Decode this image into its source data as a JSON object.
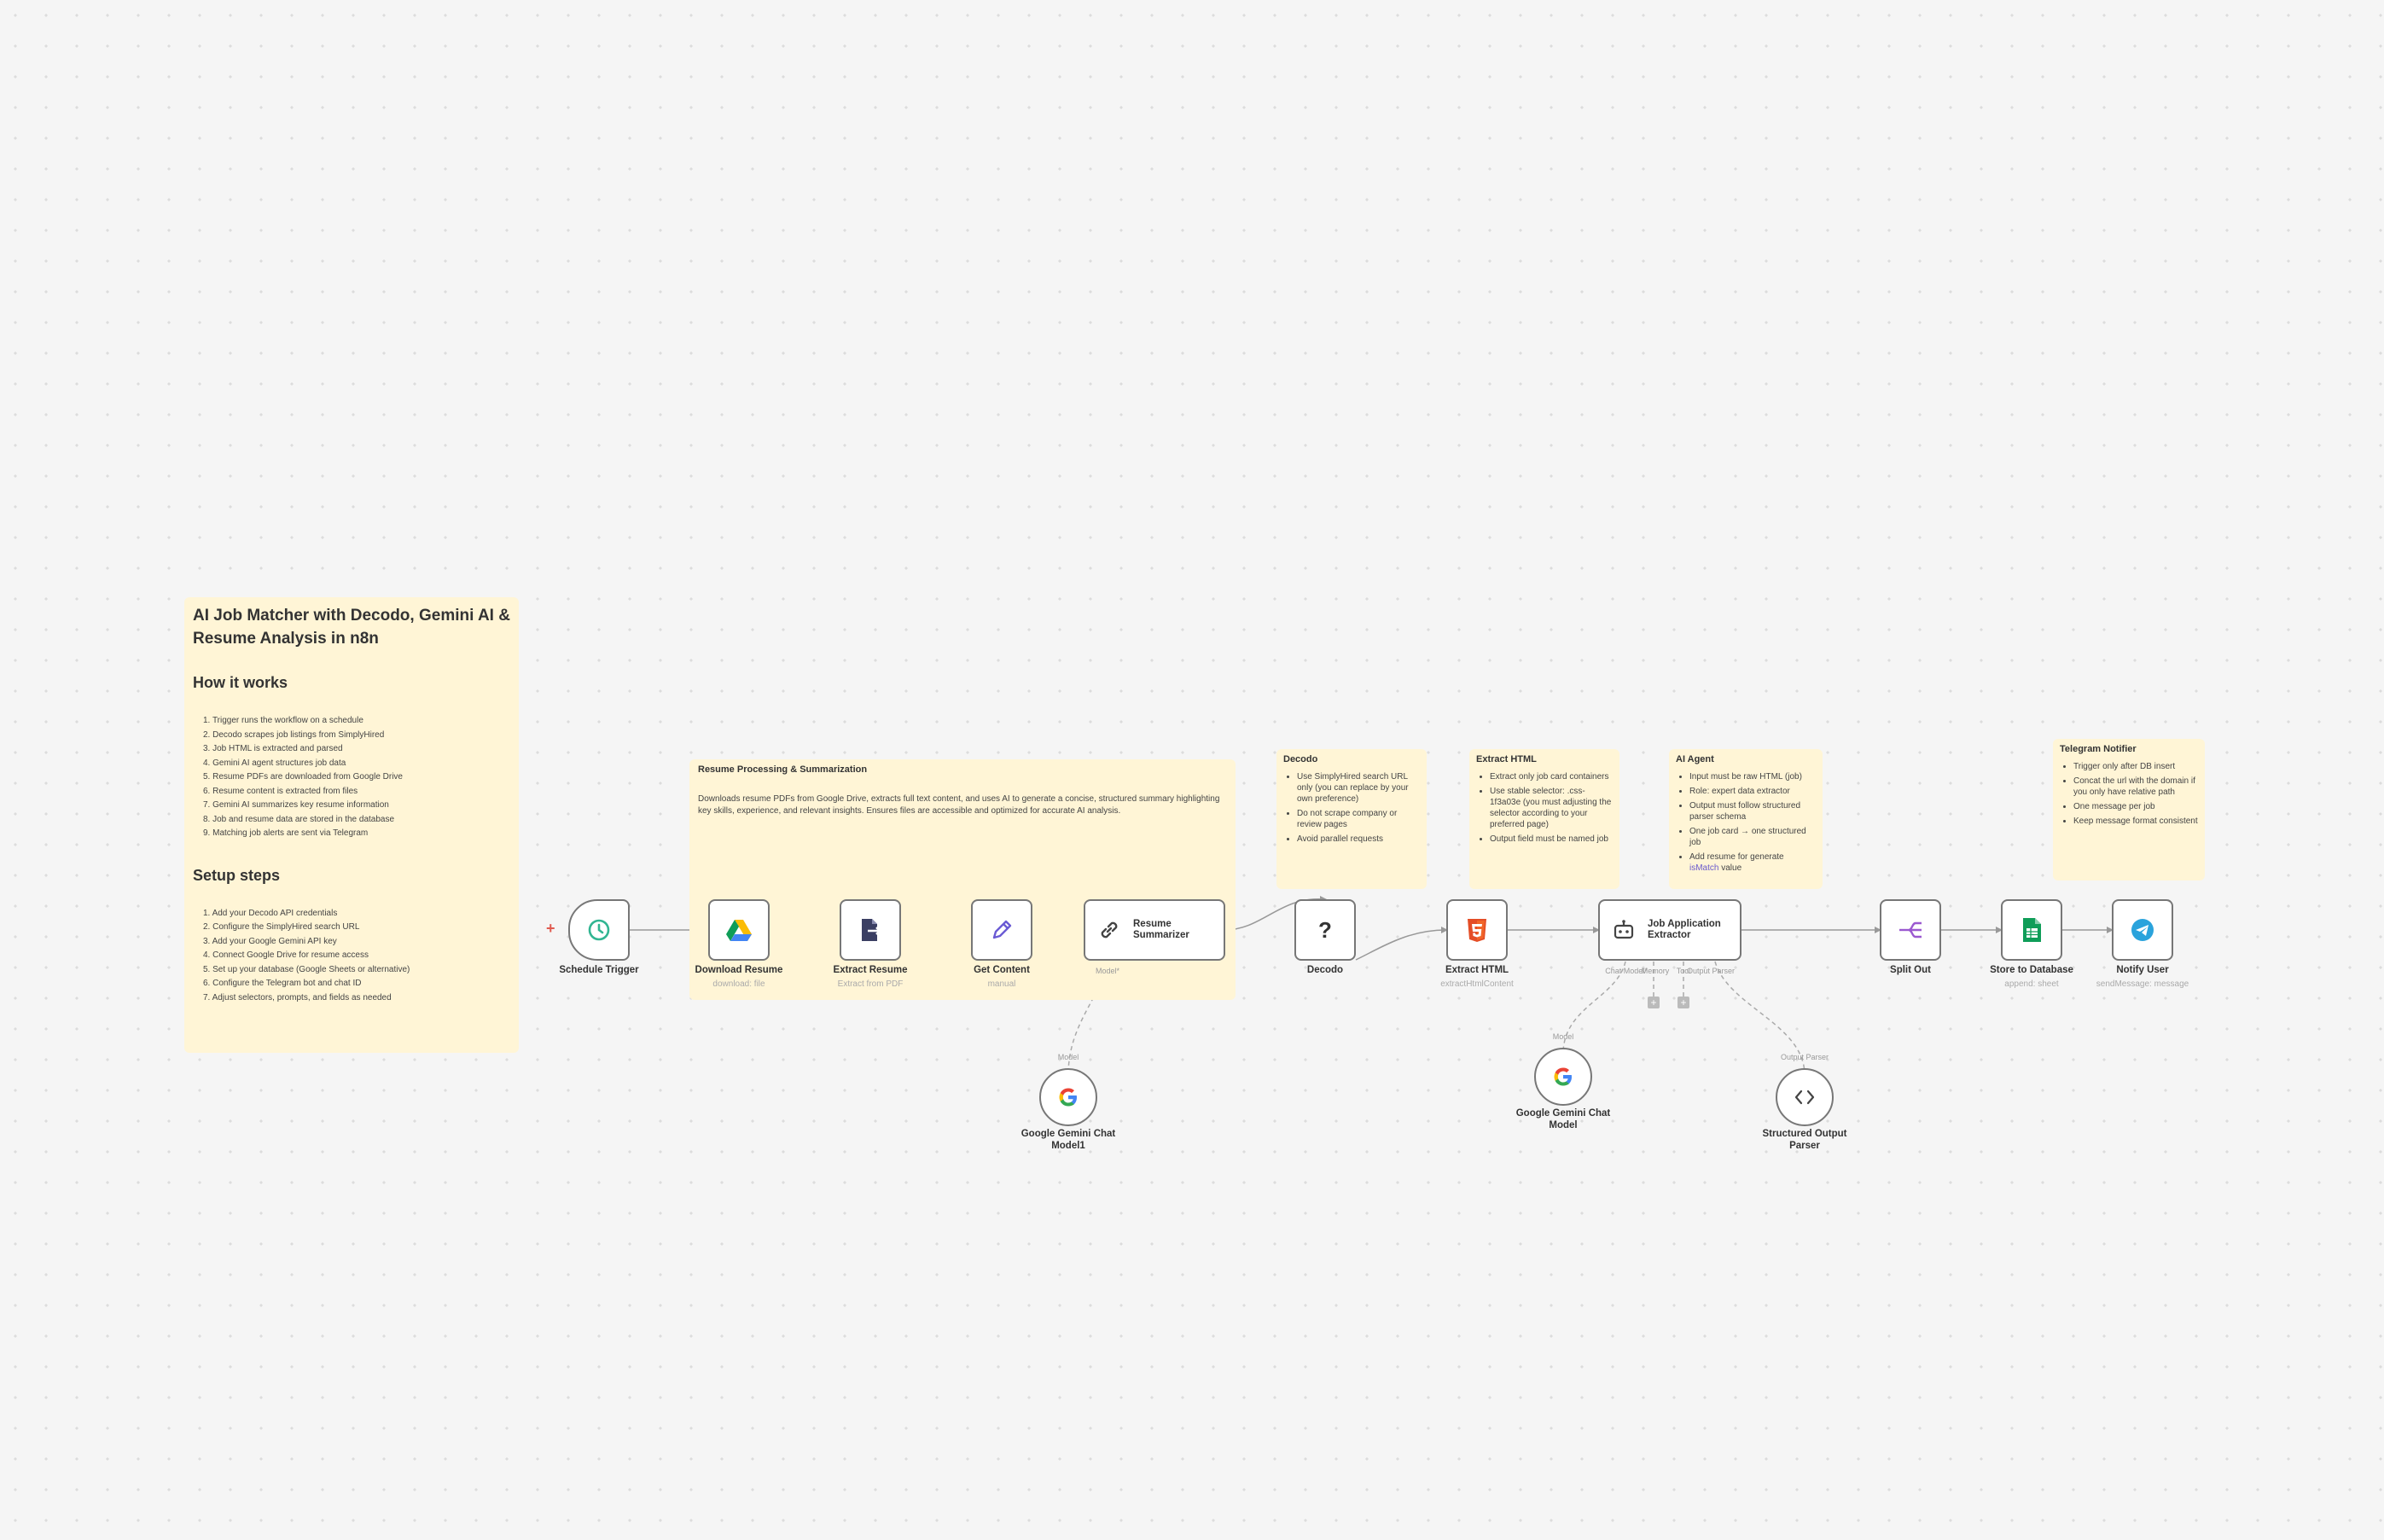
{
  "main_note": {
    "title": "AI Job Matcher with Decodo, Gemini AI & Resume Analysis in n8n",
    "how_title": "How it works",
    "how_steps": [
      "1. Trigger runs the workflow on a schedule",
      "2. Decodo scrapes job listings from SimplyHired",
      "3. Job HTML is extracted and parsed",
      "4. Gemini AI agent structures job data",
      "5. Resume PDFs are downloaded from Google Drive",
      "6. Resume content is extracted from files",
      "7. Gemini AI summarizes key resume information",
      "8. Job and resume data are stored in the database",
      "9. Matching job alerts are sent via Telegram"
    ],
    "setup_title": "Setup steps",
    "setup_steps": [
      "1. Add your Decodo API credentials",
      "2. Configure the SimplyHired search URL",
      "3. Add your Google Gemini API key",
      "4. Connect Google Drive for resume access",
      "5. Set up your database (Google Sheets or alternative)",
      "6. Configure the Telegram bot and chat ID",
      "7. Adjust selectors, prompts, and fields as needed"
    ]
  },
  "resume_note": {
    "title": "Resume Processing & Summarization",
    "body": "Downloads resume PDFs from Google Drive, extracts full text content, and uses AI to generate a concise, structured summary highlighting key skills, experience, and relevant insights. Ensures files are accessible and optimized for accurate AI analysis."
  },
  "decodo_note": {
    "title": "Decodo",
    "items": [
      "Use SimplyHired search URL only (you can replace by your own preference)",
      "Do not scrape company or review pages",
      "Avoid parallel requests"
    ]
  },
  "extract_note": {
    "title": "Extract HTML",
    "items": [
      "Extract only job card containers",
      "Use stable selector: .css-1f3a03e (you must adjusting the selector according to your preferred page)",
      "Output field must be named job"
    ]
  },
  "agent_note": {
    "title": "AI Agent",
    "items": [
      "Input must be raw HTML (job)",
      "Role: expert data extractor",
      "Output must follow structured parser schema",
      "One job card → one structured job",
      "Add resume for generate"
    ],
    "code_text": "isMatch",
    "code_suffix": " value"
  },
  "telegram_note": {
    "title": "Telegram Notifier",
    "items": [
      "Trigger only after DB insert",
      "Concat the url with the domain if you only have relative path",
      "One message per job",
      "Keep message format consistent"
    ]
  },
  "nodes": {
    "schedule": {
      "label": "Schedule Trigger",
      "icon": "clock-icon"
    },
    "download": {
      "label": "Download Resume",
      "sub": "download: file",
      "icon": "google-drive-icon"
    },
    "extract_resume": {
      "label": "Extract Resume",
      "sub": "Extract from PDF",
      "icon": "file-export-icon"
    },
    "get_content": {
      "label": "Get Content",
      "sub": "manual",
      "icon": "pencil-icon"
    },
    "summarizer": {
      "label": "Resume Summarizer",
      "icon": "link-icon"
    },
    "decodo": {
      "label": "Decodo",
      "icon": "question-icon"
    },
    "extract_html": {
      "label": "Extract HTML",
      "sub": "extractHtmlContent",
      "icon": "html5-icon"
    },
    "job_extractor": {
      "label": "Job Application Extractor",
      "icon": "robot-icon"
    },
    "split_out": {
      "label": "Split Out",
      "icon": "split-icon"
    },
    "store_db": {
      "label": "Store to Database",
      "sub": "append: sheet",
      "icon": "google-sheets-icon"
    },
    "notify": {
      "label": "Notify User",
      "sub": "sendMessage: message",
      "icon": "telegram-icon"
    },
    "gemini1": {
      "label": "Google Gemini Chat Model1",
      "port": "Model",
      "icon": "google-icon"
    },
    "gemini2": {
      "label": "Google Gemini Chat Model",
      "port": "Model",
      "icon": "google-icon"
    },
    "parser": {
      "label": "Structured Output Parser",
      "port": "Output Parser",
      "icon": "code-brackets-icon"
    }
  },
  "ports": {
    "summarizer_model": "Model*",
    "chat_model": "Chat Model*",
    "memory": "Memory",
    "tool": "Tool",
    "output_parser": "Output Parser"
  },
  "colors": {
    "sticky": "#fff5d6",
    "canvas": "#f5f5f5",
    "add_trigger": "#e05a4f"
  }
}
